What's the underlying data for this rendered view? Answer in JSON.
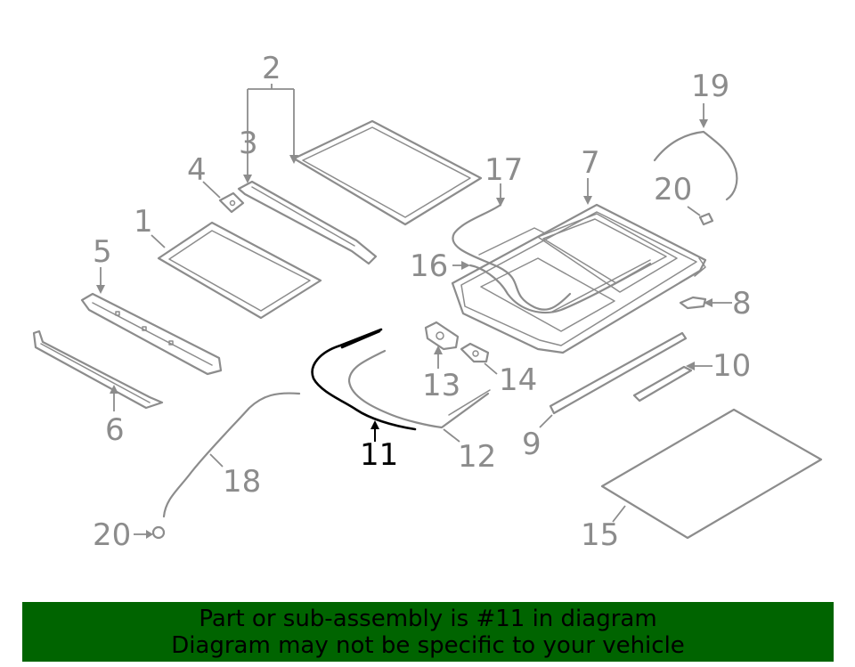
{
  "diagram": {
    "highlighted_part": "11",
    "colors": {
      "part": "#8c8c8c",
      "highlight": "#000000",
      "banner": "#006400",
      "background": "#ffffff"
    },
    "callouts": {
      "c1": "1",
      "c2": "2",
      "c3": "3",
      "c4": "4",
      "c5": "5",
      "c6": "6",
      "c7": "7",
      "c8": "8",
      "c9": "9",
      "c10": "10",
      "c11": "11",
      "c12": "12",
      "c13": "13",
      "c14": "14",
      "c15": "15",
      "c16": "16",
      "c17": "17",
      "c18": "18",
      "c19": "19",
      "c20a": "20",
      "c20b": "20"
    }
  },
  "notice": {
    "line1": "Part or sub-assembly is #11 in diagram",
    "line2": "Diagram may not be specific to your vehicle"
  }
}
